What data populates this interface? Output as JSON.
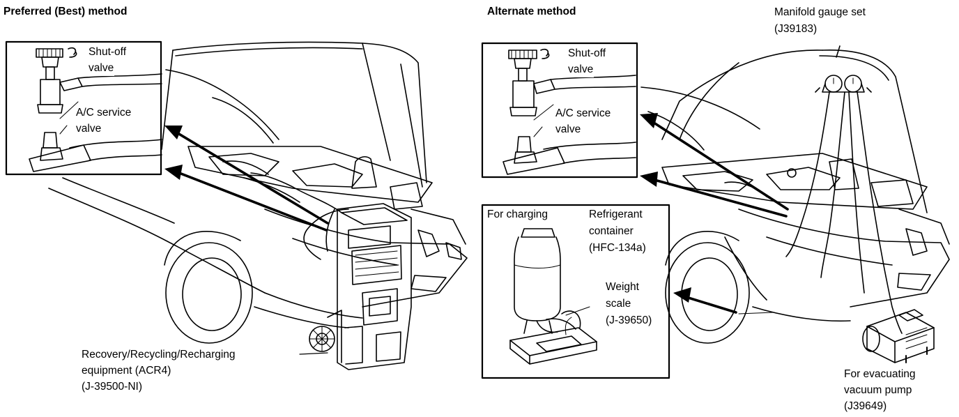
{
  "headings": {
    "preferred": "Preferred (Best) method",
    "alternate": "Alternate method"
  },
  "left_inset": {
    "shutoff_line1": "Shut-off",
    "shutoff_line2": "valve",
    "service_line1": "A/C service",
    "service_line2": "valve"
  },
  "right_inset": {
    "shutoff_line1": "Shut-off",
    "shutoff_line2": "valve",
    "service_line1": "A/C service",
    "service_line2": "valve"
  },
  "manifold": {
    "line1": "Manifold gauge set",
    "line2": "(J39183)"
  },
  "charging_box": {
    "for_charging": "For charging",
    "container_line1": "Refrigerant",
    "container_line2": "container",
    "container_line3": "(HFC-134a)",
    "scale_line1": "Weight",
    "scale_line2": "scale",
    "scale_line3": "(J-39650)"
  },
  "recovery": {
    "line1": "Recovery/Recycling/Recharging",
    "line2": "equipment (ACR4)",
    "line3": "(J-39500-NI)"
  },
  "vacuum": {
    "line1": "For evacuating",
    "line2": "vacuum pump",
    "line3": "(J39649)"
  },
  "colors": {
    "ink": "#000000",
    "paper": "#ffffff"
  }
}
